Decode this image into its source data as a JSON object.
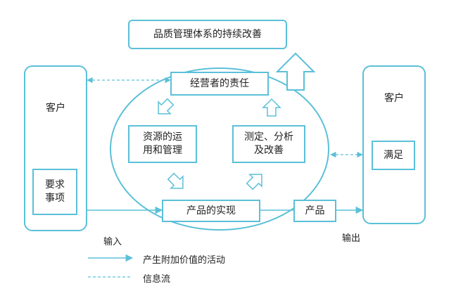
{
  "diagram": {
    "title": "品质管理体系的持续改善",
    "left_customer": "客户",
    "requirements": "要求\n事项",
    "right_customer": "客户",
    "satisfaction": "满足",
    "responsibility": "经营者的责任",
    "resources": "资源的运\n用和管理",
    "measurement": "测定、分析\n及改善",
    "realization": "产品的实现",
    "product": "产品",
    "input_label": "输入",
    "output_label": "输出"
  },
  "legend": {
    "solid_label": "产生附加价值的活动",
    "dashed_label": "信息流"
  },
  "colors": {
    "stroke": "#5bc0d8"
  }
}
